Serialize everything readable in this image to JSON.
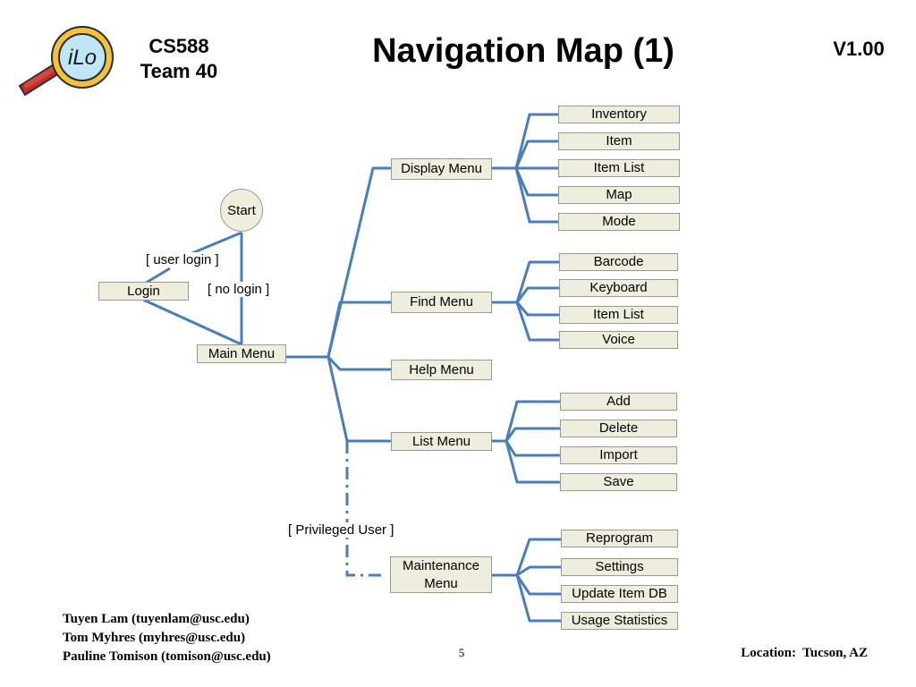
{
  "header": {
    "logo_text": "iLo",
    "course_line1": "CS588",
    "course_line2": "Team 40",
    "title": "Navigation Map (1)",
    "version": "V1.00"
  },
  "diagram": {
    "start": "Start",
    "login": "Login",
    "main_menu": "Main Menu",
    "cond_user_login": "[ user login ]",
    "cond_no_login": "[ no login ]",
    "cond_privileged": "[ Privileged User ]",
    "menus": {
      "display": {
        "label": "Display Menu",
        "items": [
          "Inventory",
          "Item",
          "Item List",
          "Map",
          "Mode"
        ]
      },
      "find": {
        "label": "Find Menu",
        "items": [
          "Barcode",
          "Keyboard",
          "Item List",
          "Voice"
        ]
      },
      "help": {
        "label": "Help Menu"
      },
      "list": {
        "label": "List Menu",
        "items": [
          "Add",
          "Delete",
          "Import",
          "Save"
        ]
      },
      "maintenance": {
        "label_line1": "Maintenance",
        "label_line2": "Menu",
        "items": [
          "Reprogram",
          "Settings",
          "Update Item DB",
          "Usage Statistics"
        ]
      }
    },
    "colors": {
      "line": "#4a7ebb",
      "box_fill": "#eeeedf"
    }
  },
  "footer": {
    "authors": [
      "Tuyen Lam (tuyenlam@usc.edu)",
      "Tom Myhres (myhres@usc.edu)",
      "Pauline Tomison (tomison@usc.edu)"
    ],
    "page_number": "5",
    "location": "Location:  Tucson, AZ"
  }
}
